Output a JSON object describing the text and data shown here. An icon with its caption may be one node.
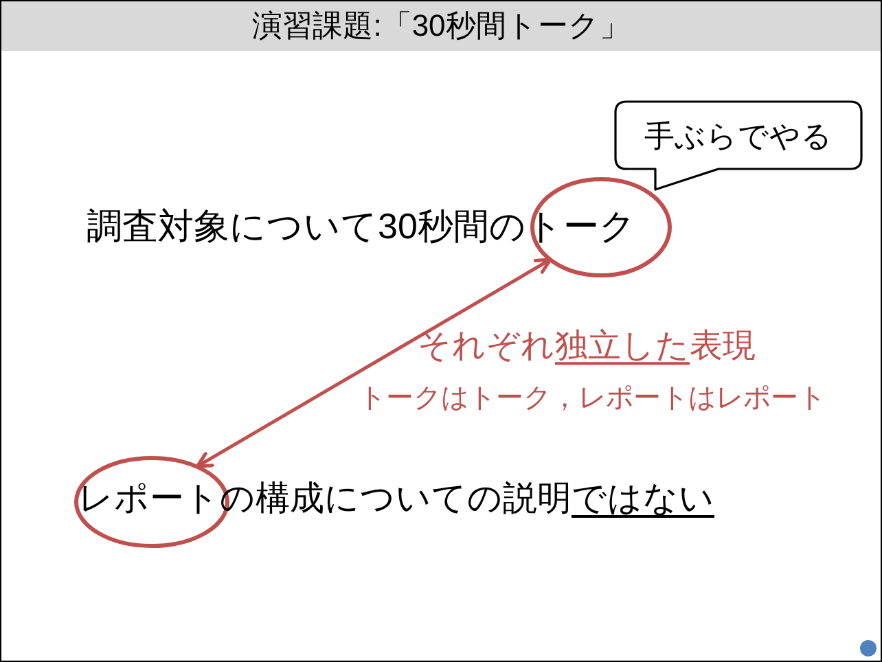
{
  "diagram": {
    "title": "演習課題:「30秒間トーク」",
    "nodes": [
      {
        "text": [
          "手ぶらでやる"
        ]
      },
      {
        "text": [],
        "shape": "circle"
      },
      {
        "text": [],
        "shape": "circle"
      }
    ],
    "edges": [
      {
        "from": 1,
        "to": 2,
        "arrow": "both"
      }
    ],
    "labels": [
      "調査対象について30秒間のトーク",
      "それぞれ独立した表現",
      "トークはトーク，レポートはレポート",
      "レポートの構成についての説明ではない"
    ]
  }
}
